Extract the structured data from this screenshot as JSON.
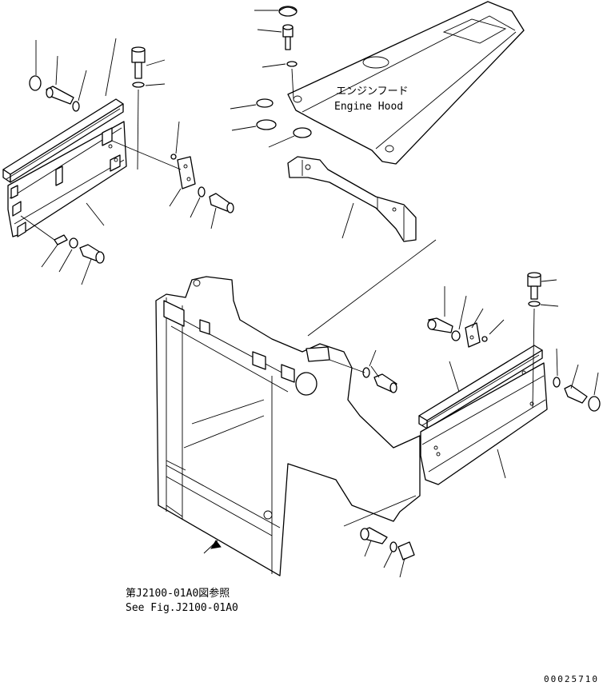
{
  "labels": {
    "engine_hood_jp": "エンジンフード",
    "engine_hood_en": "Engine Hood",
    "ref_jp": "第J2100-01A0図参照",
    "ref_en": "See Fig.J2100-01A0",
    "drawing_code": "00025710"
  }
}
